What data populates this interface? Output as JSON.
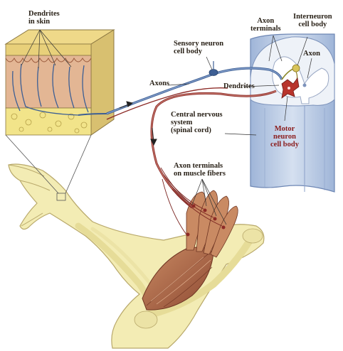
{
  "labels": {
    "dendrites_skin": [
      "Dendrites",
      "in skin"
    ],
    "axon_terminals": [
      "Axon",
      "terminals"
    ],
    "interneuron": [
      "Interneuron",
      "cell body"
    ],
    "sensory_neuron": [
      "Sensory neuron",
      "cell body"
    ],
    "axon": "Axon",
    "axons": "Axons",
    "dendrites": "Dendrites",
    "cns": [
      "Central nervous",
      "system",
      "(spinal cord)"
    ],
    "motor_neuron": [
      "Motor",
      "neuron",
      "cell body"
    ],
    "axon_terminals_muscle": [
      "Axon terminals",
      "on muscle fibers"
    ]
  },
  "colors": {
    "skin_top": "#e8d07a",
    "skin_dermis": "#e3b694",
    "fat_layer": "#f2e48a",
    "sensory_nerve": "#3d5f94",
    "motor_nerve": "#8c2a26",
    "spinal_cord": "#b8c8e2",
    "gray_matter": "#f4f4f7",
    "arm_skin": "#f3ecb4",
    "muscle": "#b06a48"
  }
}
